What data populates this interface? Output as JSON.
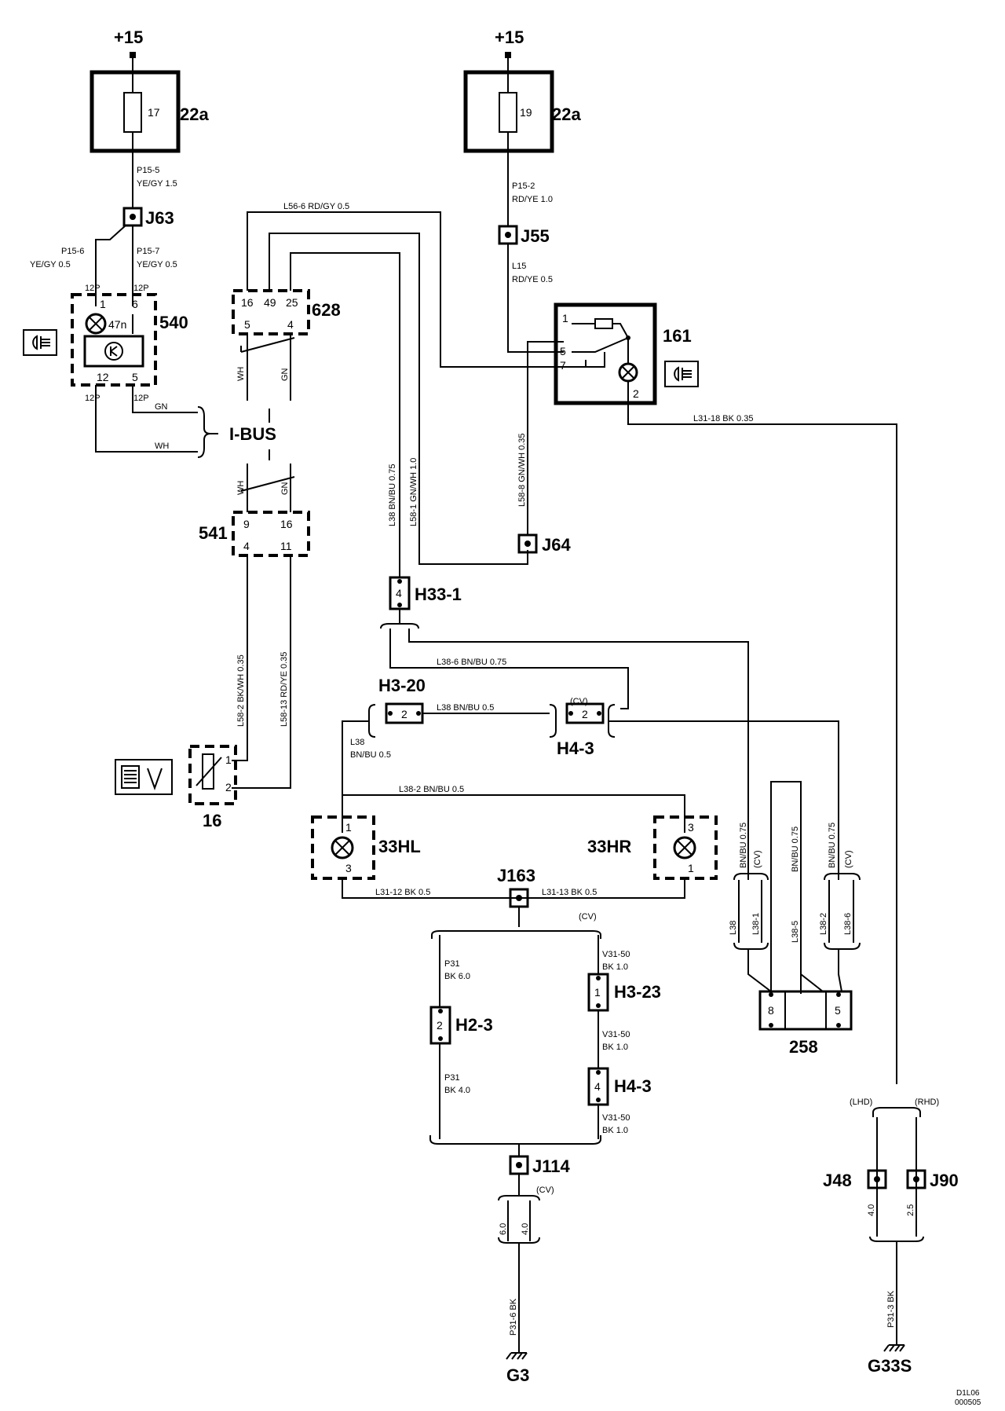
{
  "supply": {
    "left": "+15",
    "right": "+15"
  },
  "fuses": [
    {
      "box": "22a",
      "number": "17"
    },
    {
      "box": "22a",
      "number": "19"
    }
  ],
  "junctions": [
    "J63",
    "J55",
    "J64",
    "J163",
    "J114",
    "J48",
    "J90"
  ],
  "components": {
    "c540": "540",
    "c47n": "47n",
    "c628": "628",
    "c161": "161",
    "c541": "541",
    "c16": "16",
    "h33_1": "H33-1",
    "h3_20": "H3-20",
    "h4_3a": "H4-3",
    "c33hl": "33HL",
    "c33hr": "33HR",
    "c258": "258",
    "h2_3": "H2-3",
    "h3_23": "H3-23",
    "h4_3b": "H4-3",
    "ibus": "I-BUS",
    "g3": "G3",
    "g33s": "G33S"
  },
  "wires": {
    "p15_5": "P15-5",
    "p15_5c": "YE/GY  1.5",
    "p15_6": "P15-6",
    "p15_6c": "YE/GY  0.5",
    "p15_7": "P15-7",
    "p15_7c": "YE/GY  0.5",
    "p15_2": "P15-2",
    "p15_2c": "RD/YE  1.0",
    "l15": "L15",
    "l15c": "RD/YE  0.5",
    "l56_6": "L56-6   RD/GY  0.5",
    "l31_18": "L31-18   BK   0.35",
    "l38v": "L38   BN/BU  0.75",
    "l58_1v": "L58-1  GN/WH  1.0",
    "l58_8v": "L58-8   GN/WH  0.35",
    "l58_2v": "L58-2   BK/WH  0.35",
    "l58_13v": "L58-13   RD/YE  0.35",
    "l38_6": "L38-6   BN/BU   0.75",
    "l38_h": "L38   BN/BU   0.5",
    "l38_left1": "L38",
    "l38_left2": "BN/BU   0.5",
    "l38_2": "L38-2    BN/BU   0.5",
    "l31_12": "L31-12    BK    0.5",
    "l31_13": "L31-13    BK    0.5",
    "p31a": "P31",
    "p31a_c": "BK  6.0",
    "p31b": "P31",
    "p31b_c": "BK  4.0",
    "v31a": "V31-50",
    "v31a_c": "BK  1.0",
    "v31b": "V31-50",
    "v31b_c": "BK  1.0",
    "v31c": "V31-50",
    "v31c_c": "BK  1.0",
    "bnbu075a": "BN/BU  0.75",
    "bnbu075b": "BN/BU  0.75",
    "bnbu075c": "BN/BU  0.75",
    "l38_1": "L38-1",
    "l38_5": "L38-5",
    "l38_2b": "L38-2",
    "l38_6b": "L38-6",
    "l38b": "L38",
    "p31_6": "P31-6   BK",
    "p31_3": "P31-3   BK",
    "g3_60": "6.0",
    "g3_40": "4.0",
    "g33_40": "4.0",
    "g33_25": "2.5"
  },
  "pins": {
    "p12P_a": "12P",
    "p12P_b": "12P",
    "p12P_c": "12P",
    "p12P_d": "12P",
    "p540_1": "1",
    "p540_6": "6",
    "p540_12": "12",
    "p540_5": "5",
    "p628_16": "16",
    "p628_49": "49",
    "p628_25": "25",
    "p628_5": "5",
    "p628_4": "4",
    "p161_1": "1",
    "p161_5": "5",
    "p161_7": "7",
    "p161_2": "2",
    "p541_9": "9",
    "p541_16": "16",
    "p541_4": "4",
    "p541_11": "11",
    "p16_1": "1",
    "p16_2": "2",
    "h33_1_pin": "4",
    "h3_20_pin": "2",
    "h4_3a_pin": "2",
    "hl_1": "1",
    "hl_3": "3",
    "hr_3": "3",
    "hr_1": "1",
    "h2_3_pin": "2",
    "h3_23_pin": "1",
    "h4_3b_pin": "4",
    "c258_8": "8",
    "c258_5": "5"
  },
  "wirecolors": {
    "gn": "GN",
    "wh": "WH",
    "wh2": "WH",
    "gn2": "GN",
    "wh3": "WH",
    "gn3": "GN"
  },
  "notes": {
    "cv1": "(CV)",
    "cv2": "(CV)",
    "cv3": "(CV)",
    "cv4": "(CV)",
    "cv5": "(CV)",
    "lhd": "(LHD)",
    "rhd": "(RHD)"
  },
  "ref": {
    "line1": "D1L06",
    "line2": "000505"
  }
}
